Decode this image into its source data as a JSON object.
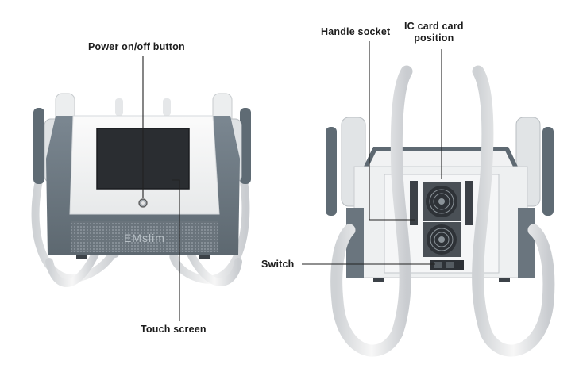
{
  "labels": {
    "power_button": "Power on/off button",
    "touch_screen": "Touch screen",
    "handle_socket": "Handle socket",
    "ic_card_line1": "IC card card",
    "ic_card_line2": "position",
    "switch": "Switch"
  },
  "device_brand": "EMslim",
  "colors": {
    "body_gray": "#6e7a84",
    "panel_white": "#f4f5f6",
    "screen_black": "#2a2d31",
    "tube_white": "#e9eaeb",
    "grille": "#8d969e",
    "leader_line": "#222222"
  }
}
